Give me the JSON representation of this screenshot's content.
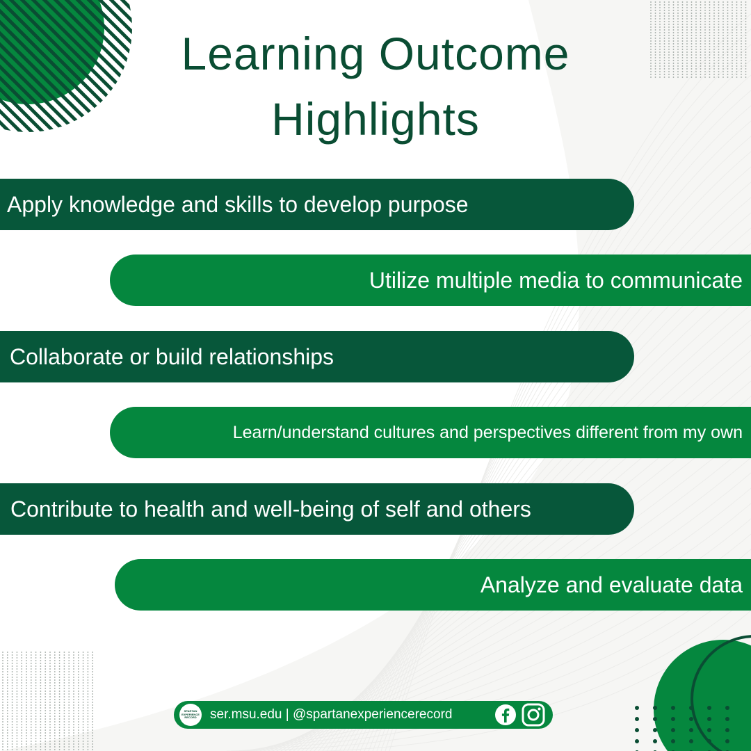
{
  "title": {
    "line1": "Learning Outcome",
    "line2": "Highlights"
  },
  "outcomes": [
    {
      "label": "Apply knowledge and skills to develop purpose",
      "side": "left"
    },
    {
      "label": "Utilize multiple media to communicate",
      "side": "right"
    },
    {
      "label": "Collaborate or build relationships",
      "side": "left"
    },
    {
      "label": "Learn/understand cultures and perspectives different from my own",
      "side": "right"
    },
    {
      "label": "Contribute to health and well-being of self and others",
      "side": "left"
    },
    {
      "label": "Analyze and evaluate data",
      "side": "right"
    }
  ],
  "footer": {
    "logo_line1": "SPARTAN",
    "logo_line2": "EXPERIENCE",
    "logo_line3": "RECORD",
    "contact": "ser.msu.edu | @spartanexperiencerecord",
    "icons": [
      "facebook-icon",
      "instagram-icon"
    ]
  },
  "colors": {
    "dark_green": "#07573a",
    "bright_green": "#05873e",
    "title_green": "#0a4d33",
    "background": "#ffffff"
  }
}
